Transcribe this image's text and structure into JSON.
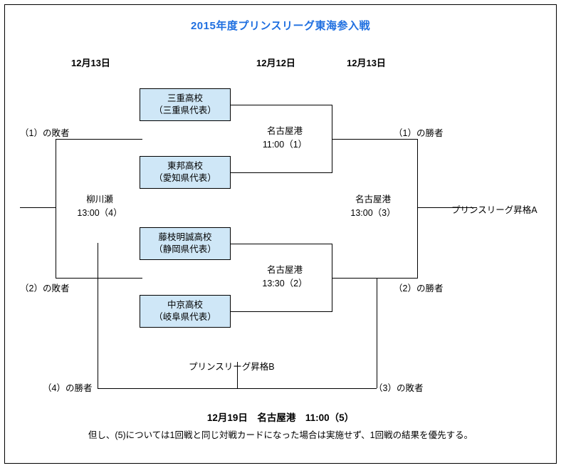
{
  "title": "2015年度プリンスリーグ東海参入戦",
  "date_headers": [
    {
      "label": "12月13日"
    },
    {
      "label": "12月12日"
    },
    {
      "label": "12月13日"
    }
  ],
  "teams": [
    {
      "name": "三重高校",
      "region": "（三重県代表）"
    },
    {
      "name": "東邦高校",
      "region": "（愛知県代表）"
    },
    {
      "name": "藤枝明誠高校",
      "region": "（静岡県代表）"
    },
    {
      "name": "中京高校",
      "region": "（岐阜県代表）"
    }
  ],
  "matches": [
    {
      "venue": "名古屋港",
      "time": "11:00（1）"
    },
    {
      "venue": "名古屋港",
      "time": "13:30（2）"
    },
    {
      "venue": "名古屋港",
      "time": "13:00（3）"
    },
    {
      "venue": "柳川瀬",
      "time": "13:00（4）"
    }
  ],
  "qualifiers": {
    "loser1": "（1）の敗者",
    "loser2": "（2）の敗者",
    "winner1": "（1）の勝者",
    "winner2": "（2）の勝者",
    "winner4": "（4）の勝者",
    "loser3": "（3）の敗者"
  },
  "promotions": {
    "a": "プリンスリーグ昇格A",
    "b": "プリンスリーグ昇格B"
  },
  "footer": {
    "final_match": "12月19日　名古屋港　11:00（5）",
    "note": "但し、(5)については1回戦と同じ対戦カードになった場合は実施せず、1回戦の結果を優先する。"
  },
  "colors": {
    "title": "#1f6fe0",
    "box_fill": "#cfe7f7",
    "line": "#000000"
  }
}
